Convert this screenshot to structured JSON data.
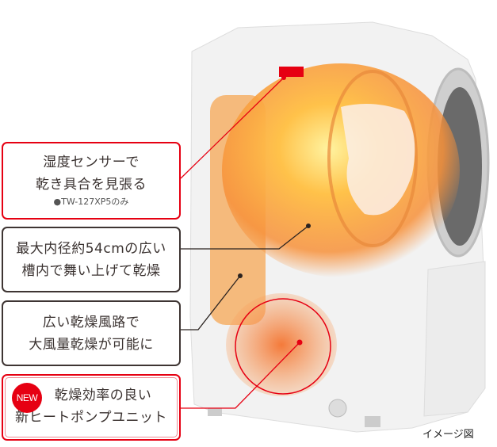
{
  "callouts": [
    {
      "lines": [
        "湿度センサーで",
        "乾き具合を見張る"
      ],
      "note": "●TW-127XP5のみ",
      "border_color": "#e60012"
    },
    {
      "lines": [
        "最大内径約54cmの広い",
        "槽内で舞い上げて乾燥"
      ],
      "border_color": "#3e3533"
    },
    {
      "lines": [
        "広い乾燥風路で",
        "大風量乾燥が可能に"
      ],
      "border_color": "#3e3533"
    },
    {
      "badge": "NEW",
      "lines": [
        "乾燥効率の良い",
        "新ヒートポンプユニット"
      ],
      "border_color": "#e60012"
    }
  ],
  "caption": "イメージ図",
  "colors": {
    "accent_red": "#e60012",
    "heat_orange": "#f7913a",
    "text": "#3a3230"
  }
}
